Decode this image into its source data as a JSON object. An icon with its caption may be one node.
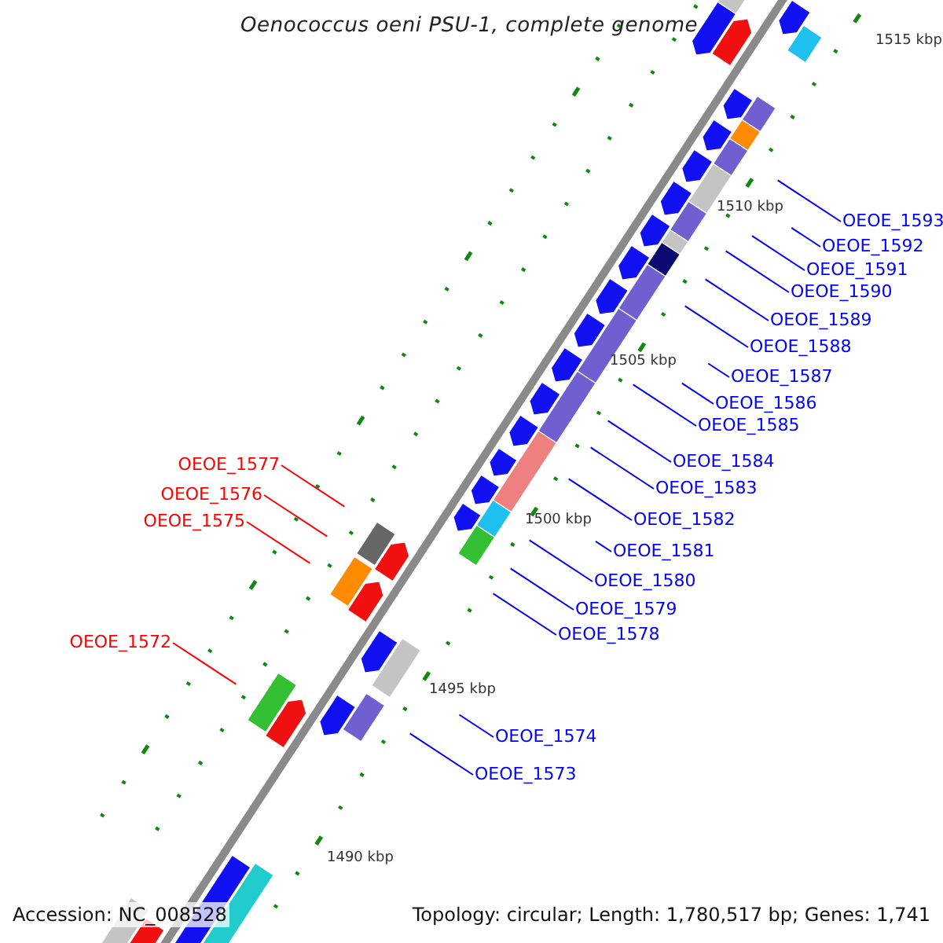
{
  "diagram": {
    "title": "Oenococcus oeni PSU-1, complete genome",
    "nodes": [
      {
        "text": [
          "OEOE_1593"
        ]
      },
      {
        "text": [
          "OEOE_1592"
        ]
      },
      {
        "text": [
          "OEOE_1591"
        ]
      },
      {
        "text": [
          "OEOE_1590"
        ]
      },
      {
        "text": [
          "OEOE_1589"
        ]
      },
      {
        "text": [
          "OEOE_1588"
        ]
      },
      {
        "text": [
          "OEOE_1587"
        ]
      },
      {
        "text": [
          "OEOE_1586"
        ]
      },
      {
        "text": [
          "OEOE_1585"
        ]
      },
      {
        "text": [
          "OEOE_1584"
        ]
      },
      {
        "text": [
          "OEOE_1583"
        ]
      },
      {
        "text": [
          "OEOE_1582"
        ]
      },
      {
        "text": [
          "OEOE_1581"
        ]
      },
      {
        "text": [
          "OEOE_1580"
        ]
      },
      {
        "text": [
          "OEOE_1579"
        ]
      },
      {
        "text": [
          "OEOE_1578"
        ]
      },
      {
        "text": [
          "OEOE_1577"
        ]
      },
      {
        "text": [
          "OEOE_1576"
        ]
      },
      {
        "text": [
          "OEOE_1575"
        ]
      },
      {
        "text": [
          "OEOE_1572"
        ]
      },
      {
        "text": [
          "OEOE_1574"
        ]
      },
      {
        "text": [
          "OEOE_1573"
        ]
      }
    ],
    "edges": [
      {
        "from": 0,
        "to": null,
        "arrow": "none"
      },
      {
        "from": 1,
        "to": null,
        "arrow": "none"
      },
      {
        "from": 2,
        "to": null,
        "arrow": "none"
      },
      {
        "from": 3,
        "to": null,
        "arrow": "none"
      },
      {
        "from": 4,
        "to": null,
        "arrow": "none"
      },
      {
        "from": 5,
        "to": null,
        "arrow": "none"
      },
      {
        "from": 6,
        "to": null,
        "arrow": "none"
      },
      {
        "from": 7,
        "to": null,
        "arrow": "none"
      },
      {
        "from": 8,
        "to": null,
        "arrow": "none"
      },
      {
        "from": 9,
        "to": null,
        "arrow": "none"
      },
      {
        "from": 10,
        "to": null,
        "arrow": "none"
      },
      {
        "from": 11,
        "to": null,
        "arrow": "none"
      },
      {
        "from": 12,
        "to": null,
        "arrow": "none"
      },
      {
        "from": 13,
        "to": null,
        "arrow": "none"
      },
      {
        "from": 14,
        "to": null,
        "arrow": "none"
      },
      {
        "from": 15,
        "to": null,
        "arrow": "none"
      },
      {
        "from": 16,
        "to": null,
        "arrow": "none",
        "color": "#ff0000"
      },
      {
        "from": 17,
        "to": null,
        "arrow": "none",
        "color": "#ff0000"
      },
      {
        "from": 18,
        "to": null,
        "arrow": "none",
        "color": "#ff0000"
      },
      {
        "from": 19,
        "to": null,
        "arrow": "none",
        "color": "#ff0000"
      },
      {
        "from": 20,
        "to": null,
        "arrow": "none"
      },
      {
        "from": 21,
        "to": null,
        "arrow": "none"
      }
    ],
    "labels": [
      "1515 kbp",
      "1510 kbp",
      "1505 kbp",
      "1500 kbp",
      "1495 kbp",
      "1490 kbp",
      "Accession: NC_008528",
      "Topology: circular; Length: 1,780,517 bp; Genes: 1,741"
    ]
  }
}
